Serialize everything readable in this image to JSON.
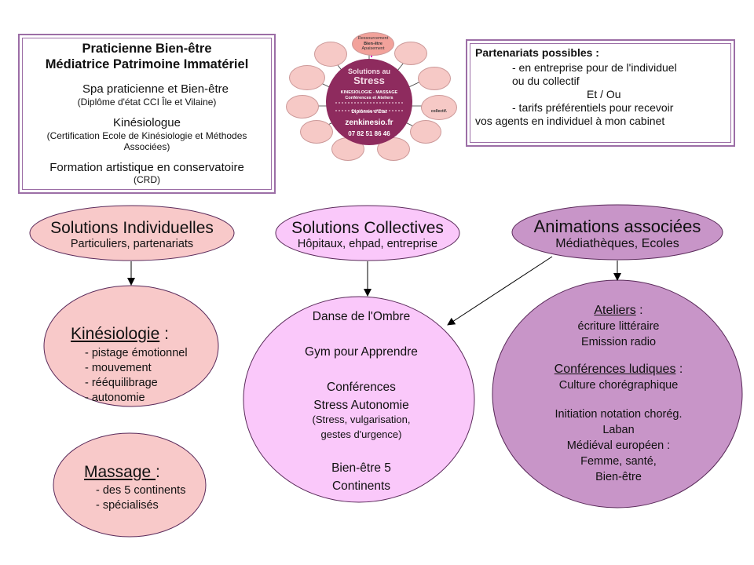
{
  "profile_box": {
    "title_line1": "Praticienne Bien-être",
    "title_line2": "Médiatrice Patrimoine Immatériel",
    "spa_title": "Spa praticienne et Bien-être",
    "spa_detail": "(Diplôme d'état CCI Île et Vilaine)",
    "kinesio_title": "Kinésiologue",
    "kinesio_detail_line1": "(Certification Ecole de Kinésiologie et Méthodes",
    "kinesio_detail_line2": "Associées)",
    "formation_title": "Formation artistique en conservatoire",
    "formation_detail": "(CRD)"
  },
  "stress_poster": {
    "center_line1": "Solutions au",
    "center_line2": "Stress",
    "center_line3": "KINESIOLOGIE - MASSAGE",
    "center_line4": "Conférences et Ateliers",
    "center_line5": "Diplômée d'Etat",
    "website": "zenkinesio.fr",
    "phone": "07 82 51 86 46",
    "top_bubble_line1": "Ressourcement",
    "top_bubble_line2": "Bien-être",
    "top_bubble_line3": "Apaisement",
    "bubble_collectif": "collectif.",
    "colors": {
      "center": "#8e2b5e",
      "bubble": "#f6c9c6",
      "top_bubble": "#f2a29b"
    }
  },
  "partners_box": {
    "title": "Partenariats possibles :",
    "line1": "- en entreprise pour de l'individuel",
    "line2": "ou du collectif",
    "line3": "Et / Ou",
    "line4": "- tarifs préférentiels pour recevoir",
    "line5": "vos agents en individuel à mon cabinet"
  },
  "nodes": {
    "individuelles": {
      "title": "Solutions Individuelles",
      "subtitle": "Particuliers, partenariats",
      "color": "#f8c9c9"
    },
    "collectives": {
      "title": "Solutions Collectives",
      "subtitle": "Hôpitaux, ehpad, entreprise",
      "color": "#fac8fa"
    },
    "animations": {
      "title": "Animations associées",
      "subtitle": "Médiathèques, Ecoles",
      "color": "#c895c8"
    },
    "kinesiologie": {
      "title": "Kinésiologie",
      "colon": " :",
      "items": [
        "- pistage émotionnel",
        "- mouvement",
        "- rééquilibrage",
        "- autonomie"
      ]
    },
    "massage": {
      "title": "Massage ",
      "colon": ":",
      "items": [
        "- des 5 continents",
        "- spécialisés"
      ]
    },
    "collective_circle": {
      "item1": "Danse de l'Ombre",
      "item2": "Gym pour Apprendre",
      "item3_line1": "Conférences",
      "item3_line2": "Stress Autonomie",
      "item3_detail_line1": "(Stress, vulgarisation,",
      "item3_detail_line2": "gestes d'urgence)",
      "item4_line1": "Bien-être  5",
      "item4_line2": "Continents"
    },
    "animations_circle": {
      "ateliers_title": "Ateliers",
      "ateliers_colon": " :",
      "ateliers_items": [
        "écriture littéraire",
        "Emission radio"
      ],
      "conf_title": "Conférences ludiques",
      "conf_colon": " :",
      "conf_items": [
        "Culture chorégraphique"
      ],
      "extra_items": [
        "Initiation notation chorég.",
        "Laban",
        "Médiéval européen :",
        "Femme, santé,",
        "Bien-être"
      ]
    }
  },
  "colors": {
    "box_border": "#9c6ea6",
    "outline": "#5a2a5a",
    "arrow": "#000000"
  }
}
